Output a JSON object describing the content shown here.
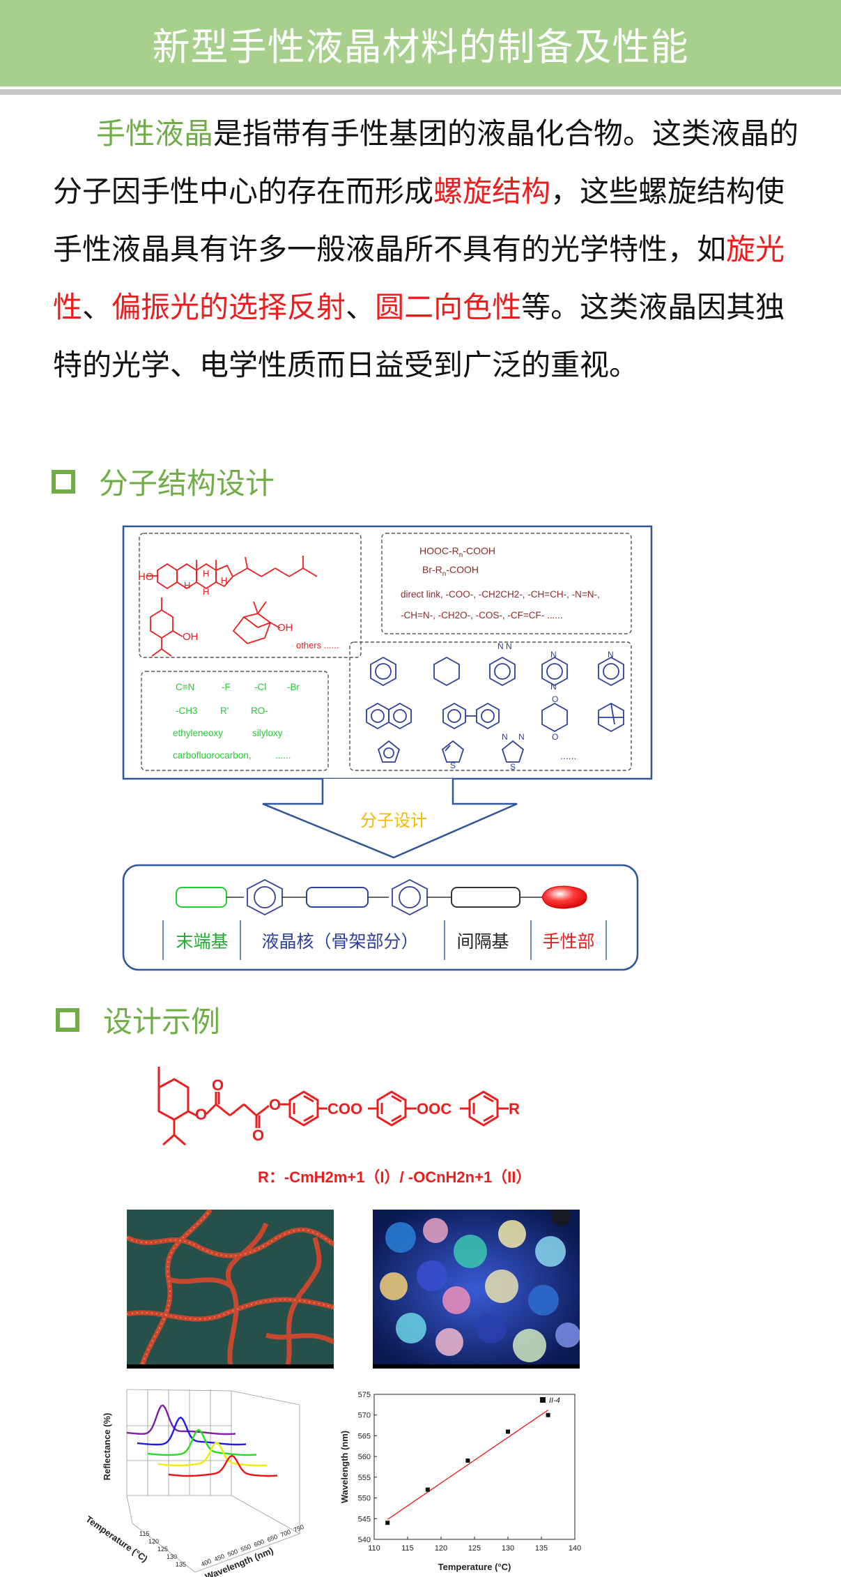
{
  "title": "新型手性液晶材料的制备及性能",
  "intro": {
    "p1": "手性液晶",
    "p2": "是指带有手性基团的液晶化合物。这类液晶的分子因手性中心的存在而形成",
    "p3": "螺旋结构",
    "p4": "，这些螺旋结构使手性液晶具有许多一般液晶所不具有的光学特性，如",
    "p5": "旋光性",
    "p6": "、",
    "p7": "偏振光的选择反射",
    "p8": "、",
    "p9": "圆二向色性",
    "p10": "等。这类液晶因其独特的光学、电学性质而日益受到广泛的重视。"
  },
  "section1": "分子结构设计",
  "section2": "设计示例",
  "diagram": {
    "spacers": {
      "l1": "HOOC-R",
      "l1sub": "n",
      "l1end": "-COOH",
      "l2": "Br-R",
      "l2sub": "n",
      "l2end": "-COOH",
      "l3": "direct link, -COO-, -CH2CH2-, -CH=CH-, -N=N-,",
      "l4": "-CH=N-, -CH2O-, -COS-, -CF=CF-   ......"
    },
    "others": "others ......",
    "terminals": {
      "t1": "C≡N",
      "t2": "-F",
      "t3": "-Cl",
      "t4": "-Br",
      "t5": "-CH3",
      "t6": "R'",
      "t7": "RO-",
      "t8": "ethyleneoxy",
      "t9": "silyloxy",
      "t10": "carbofluorocarbon,",
      "t11": "......"
    },
    "ring_dots": "......",
    "arrow_label": "分子设计",
    "labels": {
      "terminal": "末端基",
      "core": "液晶核（骨架部分）",
      "spacer": "间隔基",
      "chiral": "手性部"
    },
    "atoms": {
      "ho": "HO",
      "h": "H",
      "oh": "OH",
      "n": "N",
      "s": "S",
      "o": "O"
    }
  },
  "example": {
    "coo": "COO",
    "ooc": "OOC",
    "o": "O",
    "r": "R",
    "formula": "R：-CmH2m+1（I）/ -OCnH2n+1（II）"
  },
  "colors": {
    "banner": "#a8d08d",
    "green_accent": "#70ad47",
    "red": "#ee1c1c",
    "blue": "#2e3f9e",
    "frame": "#2e5597",
    "terminal_green": "#22cc33"
  },
  "chart_data": [
    {
      "type": "line",
      "title": "",
      "xlabel": "Wavelength (nm)",
      "ylabel": "Reflectance (%)",
      "zlabel": "Temperature (°C)",
      "x_ticks": [
        "400",
        "450",
        "500",
        "550",
        "600",
        "650",
        "700",
        "750"
      ],
      "z_ticks": [
        "115",
        "120",
        "125",
        "130",
        "135"
      ],
      "series": [
        {
          "color": "#7a1fa2",
          "peak_nm": 545
        },
        {
          "color": "#1a1aee",
          "peak_nm": 552
        },
        {
          "color": "#22dd22",
          "peak_nm": 559
        },
        {
          "color": "#eeee00",
          "peak_nm": 566
        },
        {
          "color": "#ee1111",
          "peak_nm": 570
        }
      ]
    },
    {
      "type": "scatter",
      "title": "",
      "xlabel": "Temperature (°C)",
      "ylabel": "Wavelength (nm)",
      "legend": "II-4",
      "legend_position": "top-right",
      "xlim": [
        110,
        140
      ],
      "ylim": [
        540,
        575
      ],
      "x_ticks": [
        "110",
        "115",
        "120",
        "125",
        "130",
        "135",
        "140"
      ],
      "y_ticks": [
        "540",
        "545",
        "550",
        "555",
        "560",
        "565",
        "570",
        "575"
      ],
      "x": [
        112,
        118,
        124,
        130,
        136
      ],
      "y": [
        544,
        552,
        559,
        566,
        570
      ],
      "fit_line": {
        "x": [
          112,
          136
        ],
        "y": [
          544.8,
          571.2
        ]
      }
    }
  ]
}
